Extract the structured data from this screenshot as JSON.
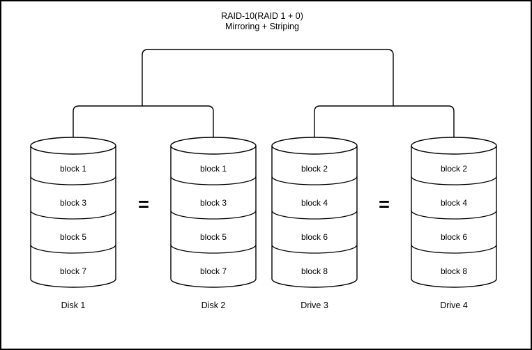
{
  "diagram": {
    "title_line1": "RAID-10(RAID 1 + 0)",
    "title_line2": "Mirroring + Striping",
    "equals_symbol": "=",
    "colors": {
      "stroke": "#000000",
      "background": "#ffffff",
      "text": "#000000"
    },
    "disks": [
      {
        "name": "Disk 1",
        "blocks": [
          "block 1",
          "block 3",
          "block 5",
          "block 7"
        ]
      },
      {
        "name": "Disk 2",
        "blocks": [
          "block 1",
          "block 3",
          "block 5",
          "block 7"
        ]
      },
      {
        "name": "Drive 3",
        "blocks": [
          "block 2",
          "block 4",
          "block 6",
          "block 8"
        ]
      },
      {
        "name": "Drive 4",
        "blocks": [
          "block 2",
          "block 4",
          "block 6",
          "block 8"
        ]
      }
    ]
  }
}
